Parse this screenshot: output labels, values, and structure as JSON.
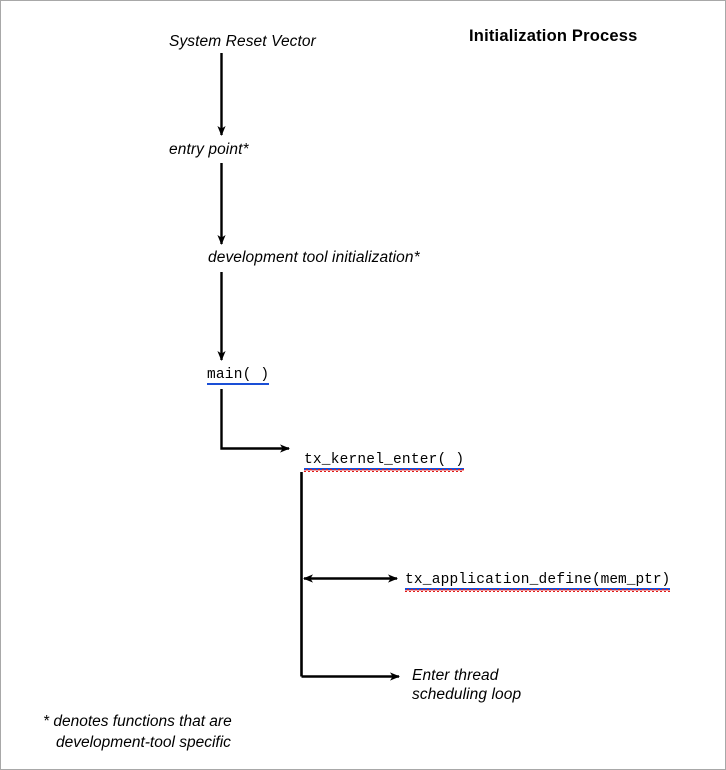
{
  "diagram": {
    "title": "Initialization Process",
    "background_color": "#ffffff",
    "border_color": "#a8a8a8",
    "line_color": "#000000",
    "link_underline_color": "#1a4fd6",
    "spellcheck_squiggle_color": "#e01b1b",
    "nodes": [
      {
        "id": "system-reset-vector",
        "label": "System Reset Vector",
        "style": "italic"
      },
      {
        "id": "entry-point",
        "label": "entry point*",
        "style": "italic"
      },
      {
        "id": "development-tool-initialization",
        "label": "development tool initialization*",
        "style": "italic"
      },
      {
        "id": "main",
        "label": "main( )",
        "style": "code-link"
      },
      {
        "id": "tx-kernel-enter",
        "label": "tx_kernel_enter( )",
        "style": "code-link-spellcheck"
      },
      {
        "id": "tx-application-define",
        "label": "tx_application_define",
        "arg": "(mem_ptr)",
        "style": "code-link-spellcheck"
      },
      {
        "id": "enter-thread-scheduling-loop",
        "label_line1": "Enter thread",
        "label_line2": "scheduling loop",
        "style": "italic"
      }
    ],
    "footnote": {
      "line1": "* denotes functions that are",
      "line2": "development-tool specific"
    }
  }
}
